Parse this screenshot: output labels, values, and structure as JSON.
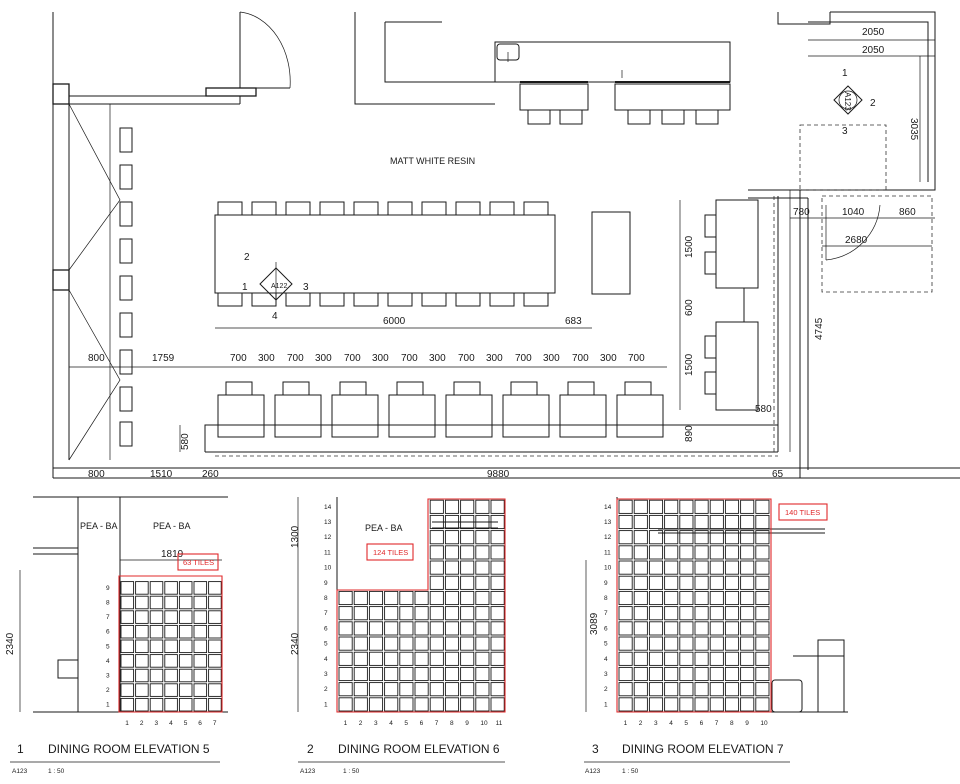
{
  "labels": {
    "material": "MATT WHITE RESIN",
    "room_top_left": "PEA - BA",
    "room_top_right": "PEA - BA",
    "room_elev6": "PEA - BA"
  },
  "section_markers": [
    {
      "id": "A122",
      "n_top": "2",
      "n_left": "1",
      "n_right": "3",
      "n_bottom": "4"
    },
    {
      "id": "A123",
      "n_top": "1",
      "n_right": "2",
      "n_bottom": "3"
    }
  ],
  "plan_dims": {
    "seat_row": [
      "800",
      "1759",
      "700",
      "300",
      "700",
      "300",
      "700",
      "300",
      "700",
      "300",
      "700",
      "300",
      "700",
      "300",
      "700",
      "300",
      "700"
    ],
    "table_length": "6000",
    "table_gap": "683",
    "bottom_row": [
      "800",
      "1510",
      "260",
      "9880",
      "65"
    ],
    "left_vertical": "580",
    "right_vertical": [
      "1500",
      "600",
      "1500"
    ],
    "right_small": "580",
    "bench_gap": "890",
    "wall_height": "4745",
    "top_right": [
      "2050",
      "2050"
    ],
    "right_side": "3035",
    "corridor": [
      "780",
      "1040",
      "860"
    ],
    "corridor_total": "2680"
  },
  "elevations": [
    {
      "number": "1",
      "title": "DINING ROOM ELEVATION 5",
      "sheet": "A123",
      "scale": "1 : 50",
      "tiles_label": "63 TILES",
      "width_dim": "1819",
      "height_dim": "2340",
      "cols": 7,
      "rows": 9,
      "col_labels": [
        "1",
        "2",
        "3",
        "4",
        "5",
        "6",
        "7"
      ],
      "row_labels": [
        "1",
        "2",
        "3",
        "4",
        "5",
        "6",
        "7",
        "8",
        "9"
      ]
    },
    {
      "number": "2",
      "title": "DINING ROOM ELEVATION 6",
      "sheet": "A123",
      "scale": "1 : 50",
      "tiles_label": "124 TILES",
      "height_dims": [
        "1300",
        "2340"
      ],
      "cols": 11,
      "rows": 14,
      "col_labels": [
        "1",
        "2",
        "3",
        "4",
        "5",
        "6",
        "7",
        "8",
        "9",
        "10",
        "11"
      ],
      "row_labels": [
        "1",
        "2",
        "3",
        "4",
        "5",
        "6",
        "7",
        "8",
        "9",
        "10",
        "11",
        "12",
        "13",
        "14"
      ]
    },
    {
      "number": "3",
      "title": "DINING ROOM ELEVATION 7",
      "sheet": "A123",
      "scale": "1 : 50",
      "tiles_label": "140 TILES",
      "height_dim": "3089",
      "cols": 10,
      "rows": 14,
      "col_labels": [
        "1",
        "2",
        "3",
        "4",
        "5",
        "6",
        "7",
        "8",
        "9",
        "10"
      ],
      "row_labels": [
        "1",
        "2",
        "3",
        "4",
        "5",
        "6",
        "7",
        "8",
        "9",
        "10",
        "11",
        "12",
        "13",
        "14"
      ]
    }
  ]
}
